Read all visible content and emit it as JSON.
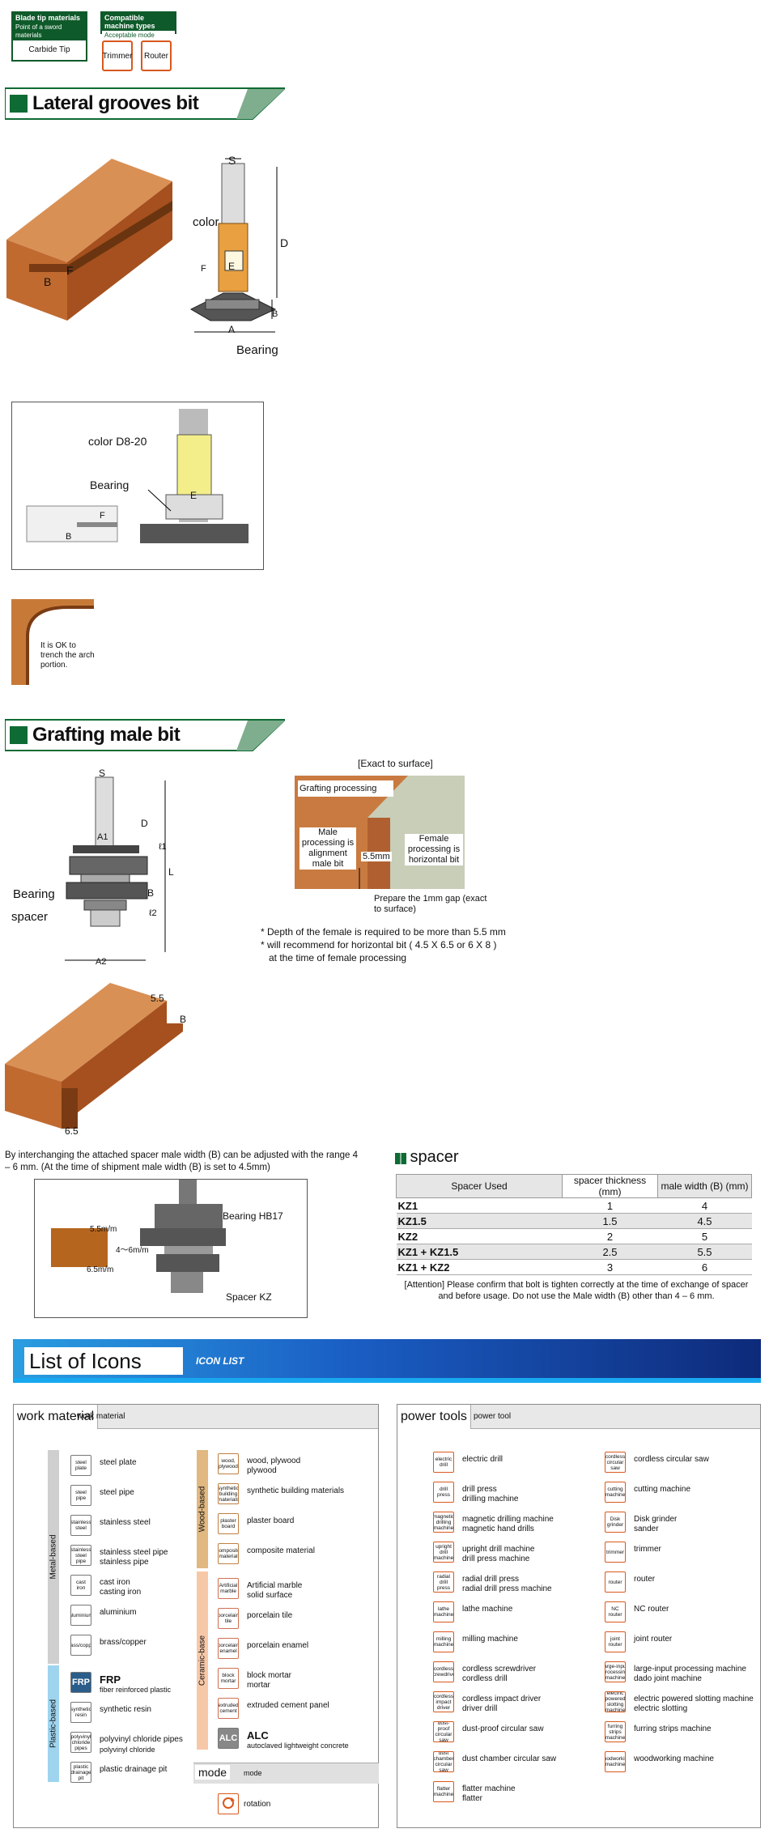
{
  "badges": {
    "blade_tip_title": "Blade tip materials",
    "blade_tip_sub": "Point of a sword materials",
    "blade_tip_value": "Carbide Tip",
    "machine_title": "Compatible machine types",
    "machine_sub": "Acceptable mode",
    "machine_1": "Trimmer",
    "machine_2": "Router"
  },
  "section1": {
    "title": "Lateral grooves bit",
    "dims": {
      "s": "S",
      "d": "D",
      "e": "E",
      "f": "F",
      "a": "A",
      "b": "B",
      "b2": "B",
      "f2": "F"
    },
    "color_label": "color",
    "bearing_label": "Bearing",
    "box_color": "color D8-20",
    "box_bearing": "Bearing",
    "box_e": "E",
    "box_f": "F",
    "box_b": "B",
    "arch_text": "It is OK to trench the arch portion."
  },
  "section2": {
    "title": "Grafting male bit",
    "dims": {
      "s": "S",
      "d": "D",
      "a1": "A1",
      "l": "L",
      "b": "B",
      "l1": "ℓ1",
      "l2": "ℓ2",
      "a2": "A2",
      "w55": "5.5",
      "b2": "B",
      "w65": "6.5"
    },
    "bearing_label": "Bearing",
    "spacer_label": "spacer",
    "exact_title": "[Exact to surface]",
    "grafting_processing": "Grafting processing",
    "male_processing": "Male processing is alignment male bit",
    "female_processing": "Female processing is horizontal bit",
    "gap_value": "5.5mm",
    "gap_note": "Prepare the 1mm gap (exact to surface)",
    "note1": "* Depth of the female is required to be more than 5.5 mm",
    "note2": "* will recommend for horizontal bit ( 4.5 X 6.5 or 6 X 8 )",
    "note3": "at the time of female processing",
    "adjust_text": "By interchanging the attached spacer male width (B) can be adjusted with the range 4 – 6 mm. (At the time of shipment male width (B) is set to 4.5mm)",
    "diag_55": "5.5m/m",
    "diag_46": "4～6m/m",
    "diag_65": "6.5m/m",
    "diag_bearing": "Bearing HB17",
    "diag_spacer": "Spacer KZ"
  },
  "spacer": {
    "title": "spacer",
    "headers": [
      "Spacer Used",
      "spacer thickness (mm)",
      "male width (B) (mm)"
    ],
    "rows": [
      [
        "KZ1",
        "1",
        "4"
      ],
      [
        "KZ1.5",
        "1.5",
        "4.5"
      ],
      [
        "KZ2",
        "2",
        "5"
      ],
      [
        "KZ1 + KZ1.5",
        "2.5",
        "5.5"
      ],
      [
        "KZ1 + KZ2",
        "3",
        "6"
      ]
    ],
    "attention": "[Attention] Please confirm that bolt is tighten correctly at the time of exchange of spacer and before usage. Do not use the Male width (B) other than 4 – 6 mm."
  },
  "icons": {
    "title": "List of Icons",
    "subtitle": "ICON LIST",
    "work_title": "work material",
    "work_sub": "work material",
    "metal_label": "Metal-based",
    "plastic_label": "Plastic-based",
    "wood_label": "Wood-based",
    "ceramic_label": "Ceramic-base",
    "metal": [
      [
        "steel plate",
        "steel plate"
      ],
      [
        "steel pipe",
        "steel pipe"
      ],
      [
        "stainless steel",
        "stainless steel"
      ],
      [
        "stainless steel pipe",
        "stainless steel pipe\nstainless pipe"
      ],
      [
        "cast iron",
        "cast iron\ncasting iron"
      ],
      [
        "aluminium",
        "aluminium"
      ],
      [
        "brass/copper",
        "brass/copper"
      ]
    ],
    "plastic": [
      [
        "FRP",
        "FRP",
        "fiber reinforced plastic"
      ],
      [
        "synthetic resin",
        "synthetic resin",
        ""
      ],
      [
        "polyvinyl chloride pipes",
        "polyvinyl chloride pipes",
        "polyvinyl chloride"
      ],
      [
        "plastic drainage pit",
        "plastic drainage pit",
        ""
      ]
    ],
    "wood": [
      [
        "wood, plywood",
        "wood, plywood\nplywood"
      ],
      [
        "synthetic building materials",
        "synthetic building materials"
      ],
      [
        "plaster board",
        "plaster board"
      ],
      [
        "composite material",
        "composite material"
      ]
    ],
    "ceramic": [
      [
        "Artificial marble",
        "Artificial marble\nsolid surface"
      ],
      [
        "porcelain tile",
        "porcelain tile"
      ],
      [
        "porcelain enamel",
        "porcelain enamel"
      ],
      [
        "block mortar",
        "block mortar\nmortar"
      ],
      [
        "extruded cement",
        "extruded cement panel"
      ],
      [
        "ALC",
        "ALC",
        "autoclaved lightweight concrete"
      ]
    ],
    "mode_title": "mode",
    "mode_sub": "mode",
    "mode_rotation": "rotation",
    "power_title": "power tools",
    "power_sub": "power tool",
    "power_left": [
      [
        "electric drill",
        "electric drill"
      ],
      [
        "drill press",
        "drill press\ndrilling machine"
      ],
      [
        "magnetic drilling machine",
        "magnetic drilling machine\nmagnetic hand drills"
      ],
      [
        "upright drill machine",
        "upright drill machine\ndrill press machine"
      ],
      [
        "radial drill press",
        "radial drill press\nradial drill press machine"
      ],
      [
        "lathe machine",
        "lathe machine"
      ],
      [
        "milling machine",
        "milling machine"
      ],
      [
        "cordless screwdriver",
        "cordless screwdriver\ncordless drill"
      ],
      [
        "cordless impact driver",
        "cordless impact driver\ndriver drill"
      ],
      [
        "dust-proof circular saw",
        "dust-proof circular saw"
      ],
      [
        "dust chamber circular saw",
        "dust chamber circular saw"
      ],
      [
        "flatter machine",
        "flatter machine\nflatter"
      ]
    ],
    "power_right": [
      [
        "cordless circular saw",
        "cordless circular saw"
      ],
      [
        "cutting machine",
        "cutting machine"
      ],
      [
        "Disk grinder",
        "Disk grinder\nsander"
      ],
      [
        "trimmer",
        "trimmer"
      ],
      [
        "router",
        "router"
      ],
      [
        "NC router",
        "NC router"
      ],
      [
        "joint router",
        "joint router"
      ],
      [
        "large-input processing machine",
        "large-input processing machine\ndado joint machine"
      ],
      [
        "electric powered slotting machine",
        "electric powered slotting machine\nelectric slotting"
      ],
      [
        "furring strips machine",
        "furring strips machine"
      ],
      [
        "woodworking machine",
        "woodworking machine"
      ]
    ]
  },
  "colors": {
    "green": "#0f6b34",
    "wood": "#b8652a",
    "blue": "#1e6fc0",
    "orange": "#d9581e"
  }
}
